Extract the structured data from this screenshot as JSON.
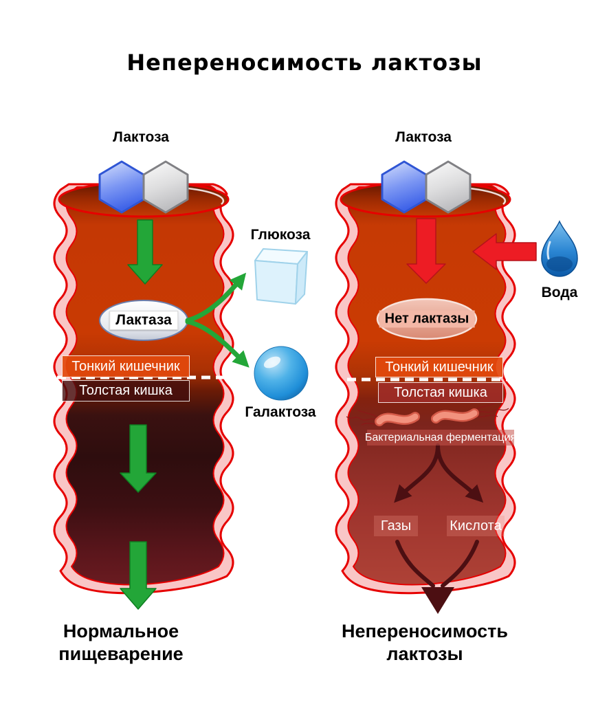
{
  "title": "Непереносимость лактозы",
  "left_panel": {
    "lactose": "Лактоза",
    "lactase": "Лактаза",
    "glucose": "Глюкоза",
    "galactose": "Галактоза",
    "small_intestine": "Тонкий кишечник",
    "large_intestine": "Толстая кишка",
    "caption_line1": "Нормальное",
    "caption_line2": "пищеварение"
  },
  "right_panel": {
    "lactose": "Лактоза",
    "no_lactase": "Нет лактазы",
    "water": "Вода",
    "small_intestine": "Тонкий кишечник",
    "large_intestine": "Толстая кишка",
    "fermentation": "Бактериальная ферментация",
    "gases": "Газы",
    "acid": "Кислота",
    "caption_line1": "Непереносимость",
    "caption_line2": "лактозы"
  },
  "icons": {
    "lactose_molecule": "blue-and-gray-hexagon-pair",
    "glucose": "ice-cube",
    "galactose": "blue-sphere",
    "water": "water-drop",
    "bacteria": "rod-bacteria-with-flagella"
  },
  "colors": {
    "background": "#ffffff",
    "title_text": "#000000",
    "tube_outline": "#e60000",
    "tube_lining_pink": "#f9c6c6",
    "upper_tube_fill": "#c83a03",
    "lower_tube_left_fill": "#330f10",
    "lower_tube_right_fill": "#a83b33",
    "green_arrow": "#23a638",
    "green_arrow_edge": "#0e7d20",
    "red_arrow": "#ed1c24",
    "dark_arrow": "#4c0f12",
    "band_small_intestine": "#e2490c",
    "lactase_oval": "#e9ecf2",
    "no_lactase_oval": "#e49b88",
    "hexagon_blue": "#5b7cf0",
    "hexagon_gray": "#d8d8da",
    "glucose_cube": "#ddf2fc",
    "galactose_sphere": "#2196dc",
    "water_drop": "#2a85d2",
    "bacteria": "#f2927e"
  }
}
